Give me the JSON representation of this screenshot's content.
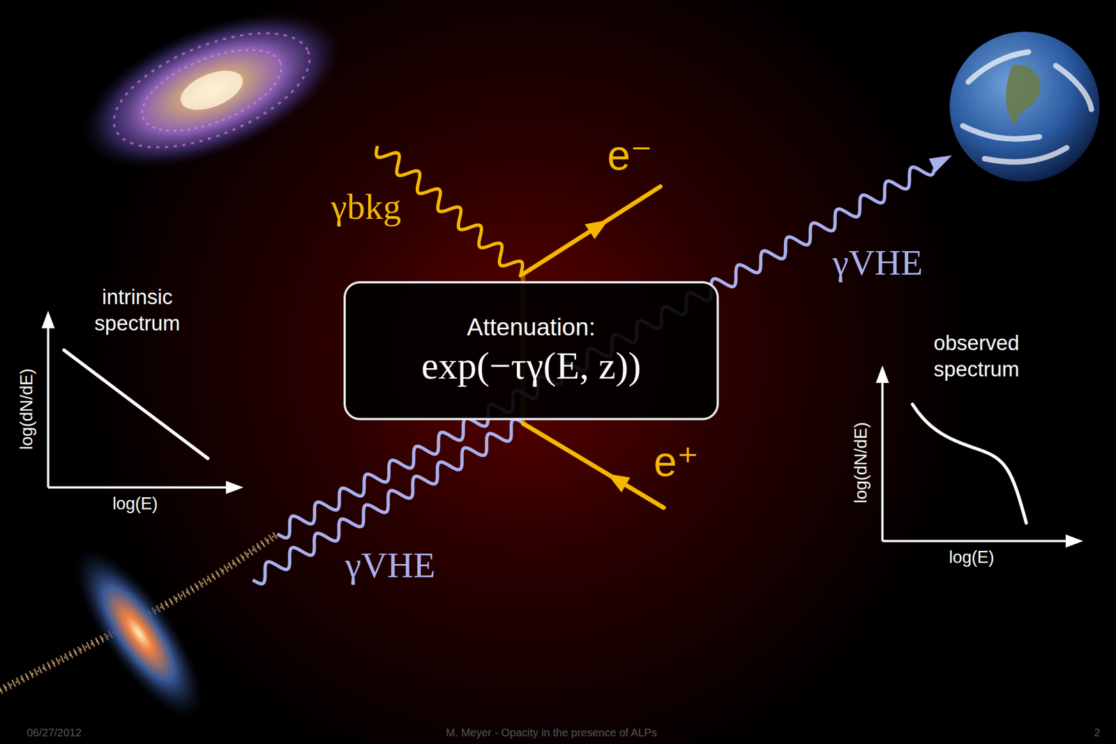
{
  "diagram": {
    "nodes": [
      {
        "text": [
          "Attenuation:",
          "exp(−τγ(E, z))"
        ]
      }
    ],
    "labels": [
      "γbkg",
      "e⁻",
      "e⁺",
      "γVHE",
      "γVHE",
      "intrinsic spectrum",
      "log(dN/dE)",
      "log(E)",
      "observed spectrum",
      "log(dN/dE)",
      "log(E)",
      "06/27/2012",
      "M. Meyer - Opacity in the presence of ALPs",
      "2"
    ]
  }
}
